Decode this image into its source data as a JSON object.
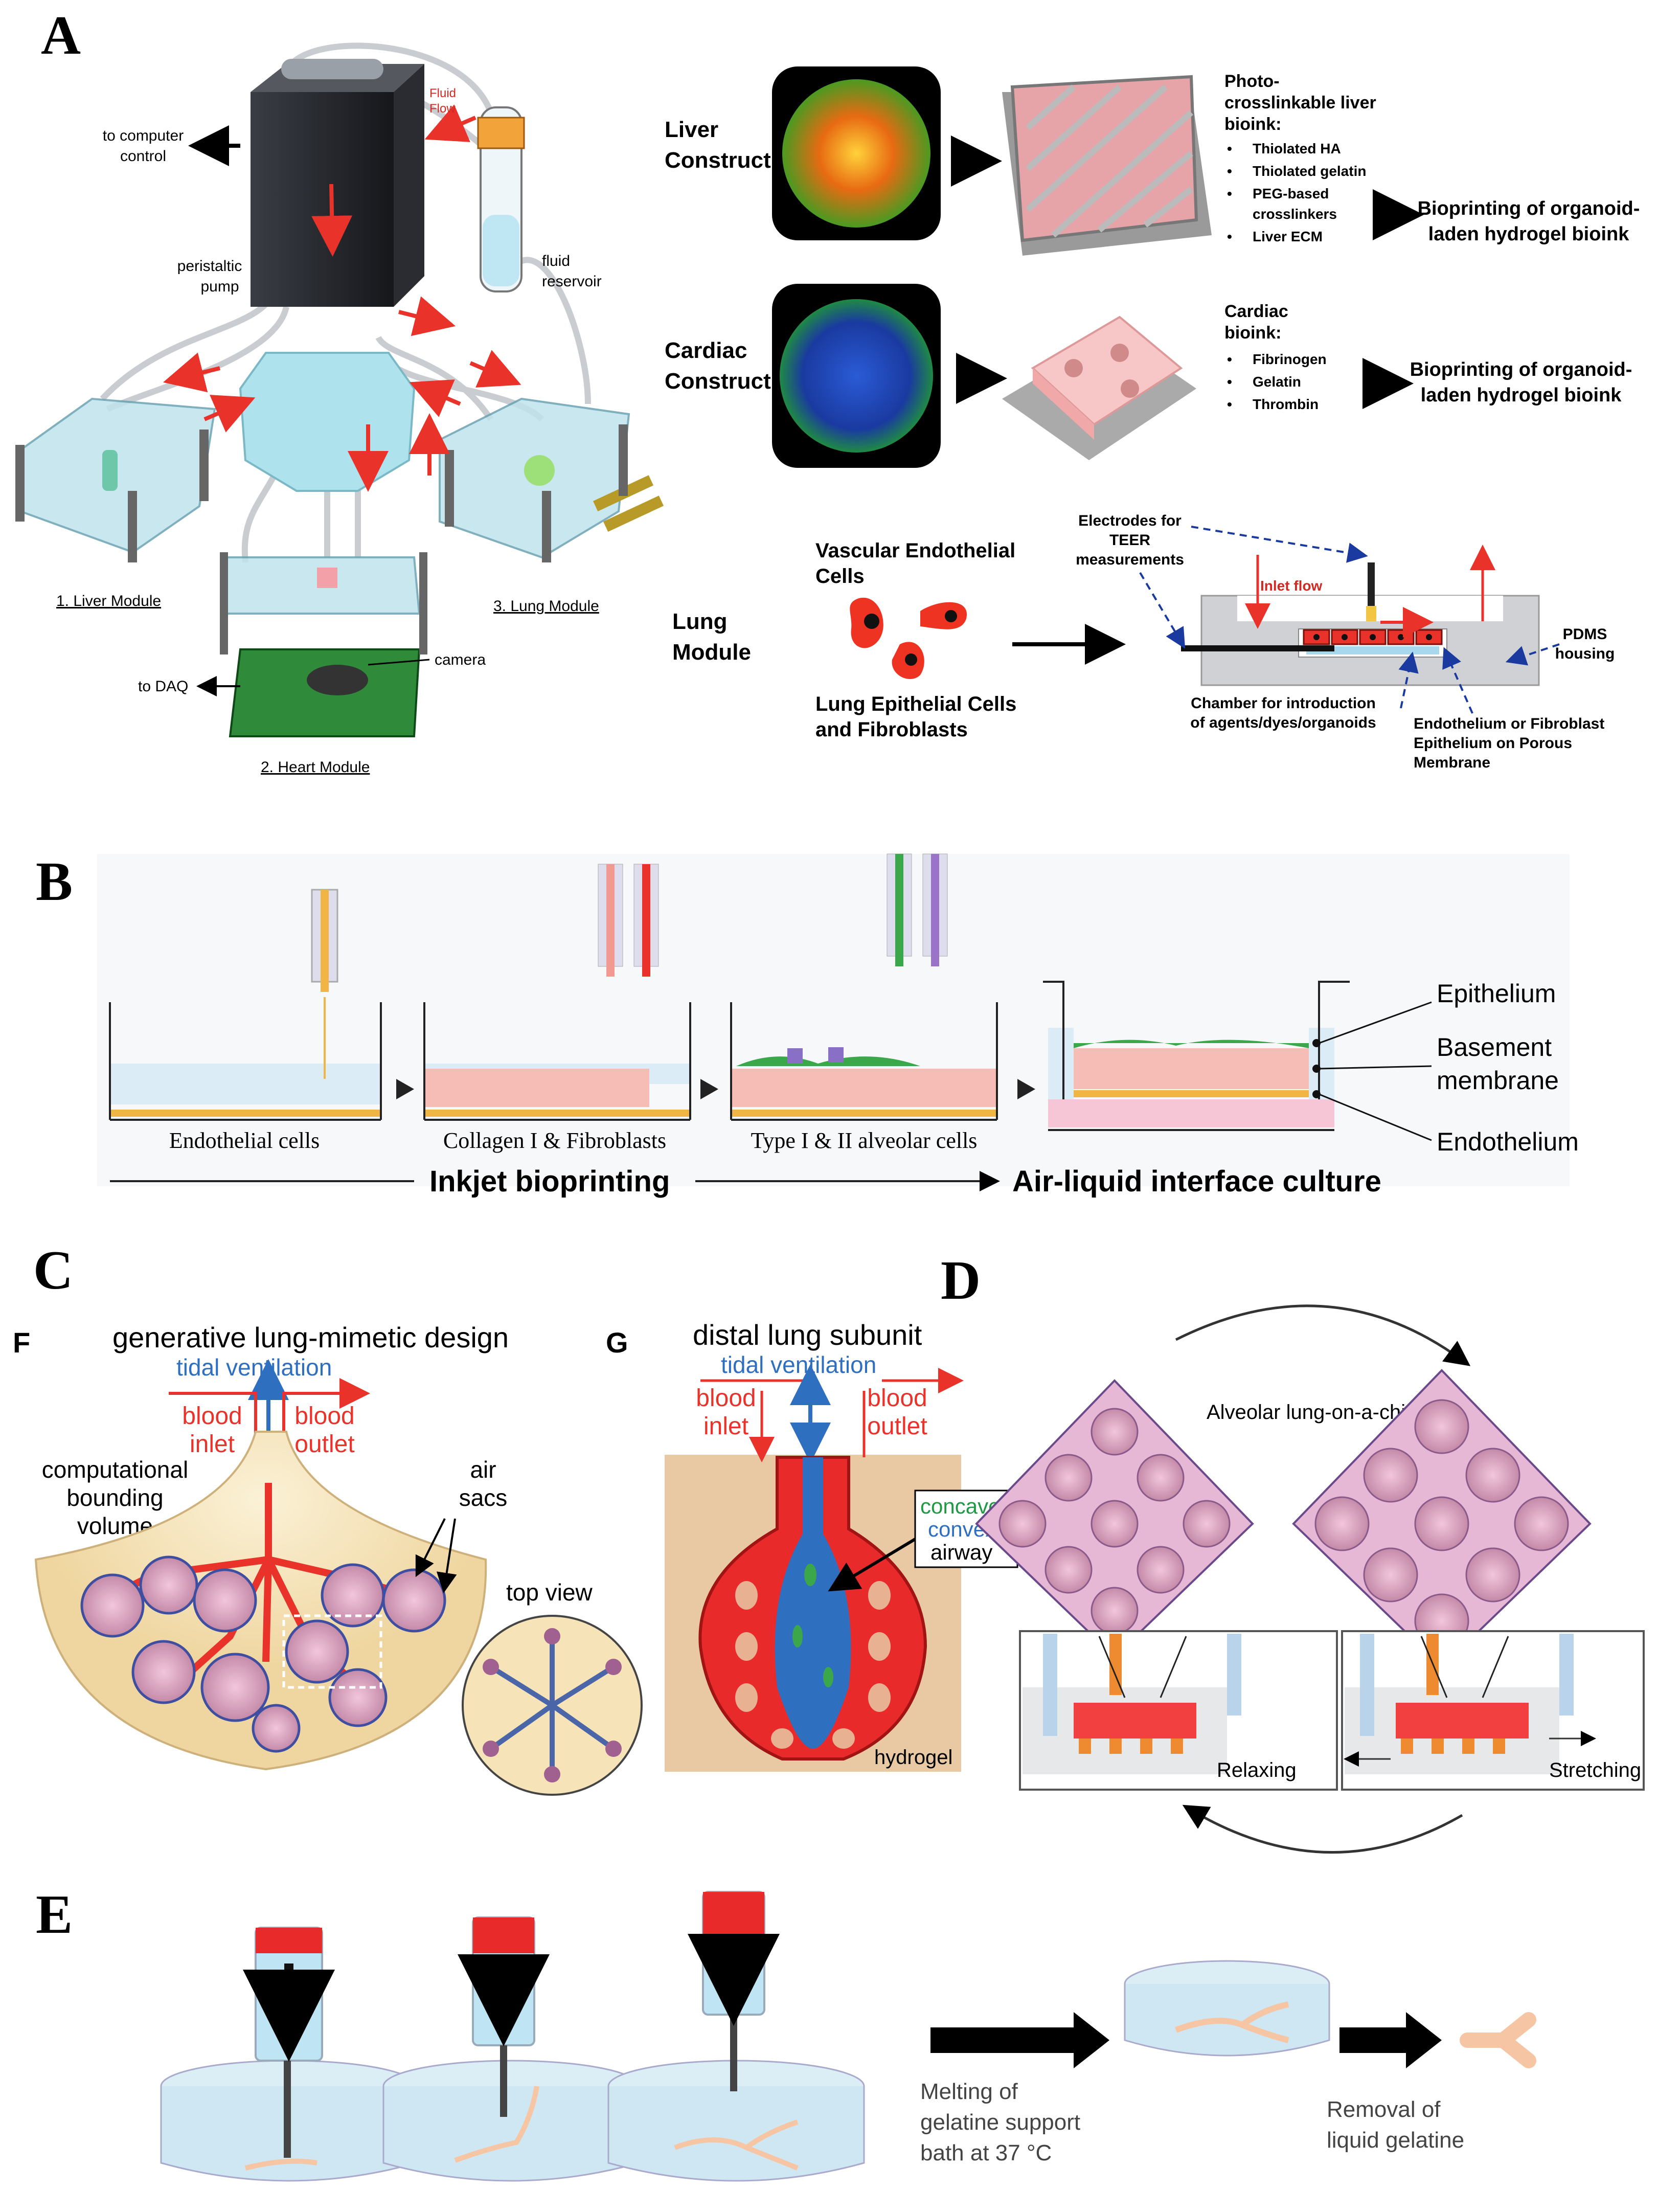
{
  "panels": {
    "A": {
      "letter": "A",
      "system": {
        "to_computer": "to computer\ncontrol",
        "fluid_flow": "Fluid\nFlow",
        "pump": "peristaltic\npump",
        "reservoir": "fluid\nreservoir",
        "liver_module": "1. Liver Module",
        "lung_module": "3. Lung Module",
        "heart_module": "2. Heart Module",
        "to_daq": "to DAQ",
        "camera": "camera"
      },
      "liver": {
        "title": "Liver\nConstruct",
        "bioink_title": "Photo-\ncrosslinkable liver\nbioink:",
        "bioink_items": [
          "Thiolated HA",
          "Thiolated gelatin",
          "PEG-based\ncrosslinkers",
          "Liver ECM"
        ],
        "result": "Bioprinting of organoid-\nladen hydrogel bioink"
      },
      "cardiac": {
        "title": "Cardiac\nConstruct",
        "bioink_title": "Cardiac\nbioink:",
        "bioink_items": [
          "Fibrinogen",
          "Gelatin",
          "Thrombin"
        ],
        "result": "Bioprinting of organoid-\nladen hydrogel bioink"
      },
      "lung": {
        "title": "Lung\nModule",
        "vascular": "Vascular Endothelial\nCells",
        "epithelial": "Lung Epithelial Cells\nand Fibroblasts",
        "electrodes": "Electrodes for\nTEER\nmeasurements",
        "inlet_flow": "Inlet flow",
        "pdms": "PDMS\nhousing",
        "chamber": "Chamber for introduction\nof agents/dyes/organoids",
        "endothelium": "Endothelium or Fibroblast\nEpithelium on Porous\nMembrane"
      }
    },
    "B": {
      "letter": "B",
      "steps": [
        "Endothelial cells",
        "Collagen I & Fibroblasts",
        "Type I & II alveolar cells"
      ],
      "layers": [
        "Epithelium",
        "Basement\nmembrane",
        "Endothelium"
      ],
      "bottom_left": "Inkjet bioprinting",
      "bottom_right": "Air-liquid interface culture"
    },
    "C": {
      "letter": "C",
      "F": {
        "tag": "F",
        "title": "generative lung-mimetic design",
        "tidal": "tidal ventilation",
        "blood_inlet": "blood\ninlet",
        "blood_outlet": "blood\noutlet",
        "bounding": "computational\nbounding\nvolume",
        "air_sacs": "air\nsacs",
        "top_view": "top view"
      },
      "G": {
        "tag": "G",
        "title": "distal lung subunit",
        "tidal": "tidal ventilation",
        "blood_inlet": "blood\ninlet",
        "blood_outlet": "blood\noutlet",
        "airway_1": "concave,",
        "airway_2": "convex",
        "airway_3": "airway",
        "hydrogel": "hydrogel"
      }
    },
    "D": {
      "letter": "D",
      "title": "Alveolar lung-on-a-chip",
      "relaxing": "Relaxing",
      "stretching": "Stretching"
    },
    "E": {
      "letter": "E",
      "melting": "Melting of\ngelatine support\nbath at 37 °C",
      "removal": "Removal of\nliquid gelatine"
    }
  },
  "colors": {
    "red": "#e8322a",
    "blue": "#2f6fc0",
    "cell_red": "#ee3322",
    "hydrogel": "#e8c9a4"
  }
}
